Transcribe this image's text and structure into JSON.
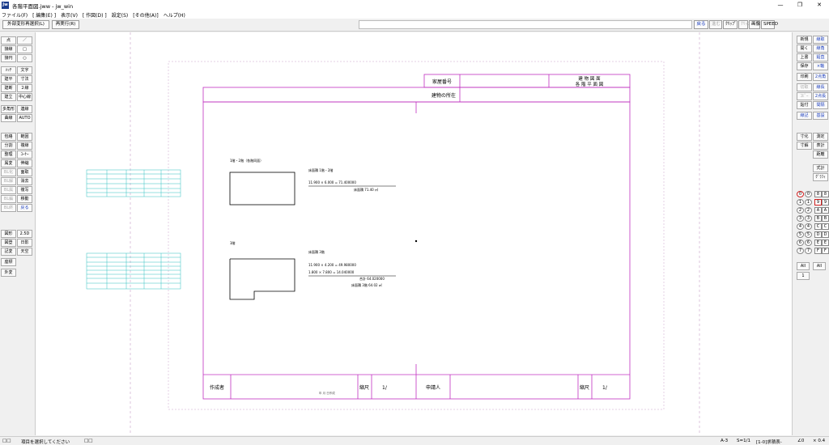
{
  "window": {
    "title": "各階平面図.jww - jw_win",
    "icon_label": "Jw",
    "minimize": "—",
    "maximize": "❐",
    "close": "✕"
  },
  "menu": [
    "ファイル(F)",
    "[ 編集(E) ]",
    "表示(V)",
    "[ 作図(D) ]",
    "設定(S)",
    "[その他(A)]",
    "ヘルプ(H)"
  ],
  "toolbar": {
    "left": [
      "外部変形再選択(L)",
      "再実行(R)"
    ],
    "right": [
      "戻る",
      "進む",
      "ｸﾘｯﾌﾟ",
      "ｸﾘｯﾌﾟ",
      "画像",
      "SPEED"
    ]
  },
  "left_tools": [
    [
      "点",
      "／"
    ],
    [
      "接線",
      "□"
    ],
    [
      "接円",
      "○"
    ],
    [
      "ﾊｯﾁ",
      "文字"
    ],
    [
      "建平",
      "寸法"
    ],
    [
      "建断",
      "２線"
    ],
    [
      "建立",
      "中心線"
    ],
    [
      "多角形",
      "連線"
    ],
    [
      "曲線",
      "AUTO"
    ],
    [
      "包絡",
      "範囲"
    ],
    [
      "分割",
      "複線"
    ],
    [
      "整理",
      "ｺｰﾅｰ"
    ],
    [
      "属変",
      "伸縮"
    ],
    [
      "BL化",
      "面取"
    ],
    [
      "BL解",
      "消去"
    ],
    [
      "BL属",
      "複写"
    ],
    [
      "BL編",
      "移動"
    ],
    [
      "BL終",
      "戻る"
    ],
    [
      "図形",
      "2.5D"
    ],
    [
      "図登",
      "日影"
    ],
    [
      "記変",
      "天空"
    ],
    [
      "座標",
      ""
    ],
    [
      "外変",
      ""
    ]
  ],
  "right_tools": [
    [
      "新規",
      "線取"
    ],
    [
      "開く",
      "線角"
    ],
    [
      "上書",
      "鉛直"
    ],
    [
      "保存",
      "×軸"
    ],
    [
      "印刷",
      "2点角"
    ],
    [
      "切取",
      "線長"
    ],
    [
      "ｺﾋﾟｰ",
      "2点長"
    ],
    [
      "貼付",
      "間隔"
    ],
    [
      "線記",
      "基設"
    ],
    [
      "寸化",
      "測定"
    ],
    [
      "寸解",
      "表計"
    ],
    [
      "",
      "距離"
    ],
    [
      "",
      "式計"
    ],
    [
      "",
      "ｸﾞﾗﾌｨ"
    ]
  ],
  "layers": {
    "left": [
      "0",
      "1",
      "2",
      "3",
      "4",
      "5",
      "6",
      "7"
    ],
    "right": [
      "8",
      "9",
      "A",
      "B",
      "C",
      "D",
      "E",
      "F"
    ],
    "all_label": "All",
    "one_label": "1"
  },
  "drawing": {
    "title_block": {
      "house_no_label": "家屋番号",
      "location_label": "建物の所在",
      "drawing_title_1": "建 物 図 面",
      "drawing_title_2": "各 階 平 面 図"
    },
    "footer": {
      "author_label": "作成者",
      "scale_label": "縮尺",
      "scale_value": "1/",
      "applicant_label": "申請人",
      "scale_label2": "縮尺",
      "scale_value2": "1/",
      "date_text": "年 月 日作成"
    },
    "plan1": {
      "heading": "1階・2階（各階同面）",
      "area_heading": "床面積 1階・2階",
      "formula": "11.900 × 6.000 = 71.400000",
      "total": "床面積 71.40 ㎡"
    },
    "plan3": {
      "heading": "3階",
      "area_heading": "床面積 3階",
      "line1": "11.900 × 4.200 = 49.980000",
      "line2": "1.800 × 7.800 = 14.040000",
      "subtotal": "合計 64.020000",
      "total": "床面積 3階 64.02 ㎡"
    }
  },
  "status": {
    "left": "□□",
    "message": "項目を選択してください",
    "left2": "□□",
    "paper": "A-3",
    "scale": "S=1/1",
    "layer": "[1-0]求積表-",
    "angle": "∠0",
    "zoom": "× 0.4"
  }
}
